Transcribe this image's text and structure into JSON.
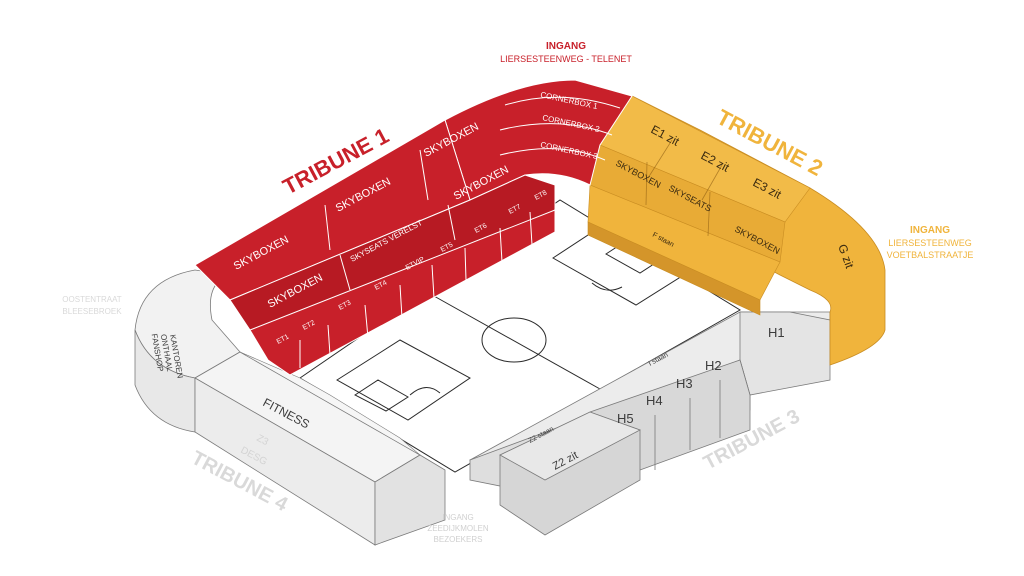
{
  "colors": {
    "tribune1": "#c8202a",
    "tribune1_dark": "#a5151c",
    "tribune2": "#f0b43c",
    "tribune2_dark": "#d4952a",
    "tribune3": "#e6e6e6",
    "tribune3_dark": "#bdbdbd",
    "tribune4": "#f0f0f0",
    "pitch_line": "#2a2a2a"
  },
  "tribunes": {
    "t1": "TRIBUNE 1",
    "t2": "TRIBUNE 2",
    "t3": "TRIBUNE 3",
    "t4": "TRIBUNE 4"
  },
  "entrances": {
    "north": {
      "title": "INGANG",
      "sub": "LIERSESTEENWEG - TELENET"
    },
    "east": {
      "title": "INGANG",
      "line1": "LIERSESTEENWEG",
      "line2": "VOETBALSTRAATJE"
    },
    "west_faint": {
      "line1": "OOSTENTRAAT",
      "line2": "BLEESEBROEK"
    },
    "south_faint": {
      "line1": "INGANG",
      "line2": "ZEEDIJKMOLEN",
      "line3": "BEZOEKERS"
    }
  },
  "tribune1": {
    "corner1": "CORNERBOX 1",
    "corner2": "CORNERBOX 2",
    "corner3": "CORNERBOX 3",
    "sky_a": "SKYBOXEN",
    "sky_b": "SKYBOXEN",
    "sky_c": "SKYBOXEN",
    "sky_d": "SKYBOXEN",
    "sky_e": "SKYBOXEN",
    "skyseats": "SKYSEATS VERELST",
    "et1": "ET1",
    "et2": "ET2",
    "et3": "ET3",
    "et4": "ET4",
    "etvip": "ETVIP",
    "et5": "ET5",
    "et6": "ET6",
    "et7": "ET7",
    "et8": "ET8"
  },
  "tribune2": {
    "e1": "E1 zit",
    "e2": "E2 zit",
    "e3": "E3 zit",
    "sky1": "SKYBOXEN",
    "skyseats": "SKYSEATS",
    "sky2": "SKYBOXEN",
    "f_staan": "F staan",
    "g": "G zit"
  },
  "tribune3": {
    "h1": "H1",
    "h2": "H2",
    "h3": "H3",
    "h4": "H4",
    "h5": "H5",
    "i_staan": "I staan",
    "z2_staan": "Z2 staan",
    "z2_zit": "Z2 zit"
  },
  "tribune4": {
    "fitness": "FITNESS",
    "kantoren1": "KANTOREN",
    "kantoren2": "ONTHAAL",
    "kantoren3": "FANSHOP",
    "faint1": "Z3",
    "faint2": "DESG"
  }
}
